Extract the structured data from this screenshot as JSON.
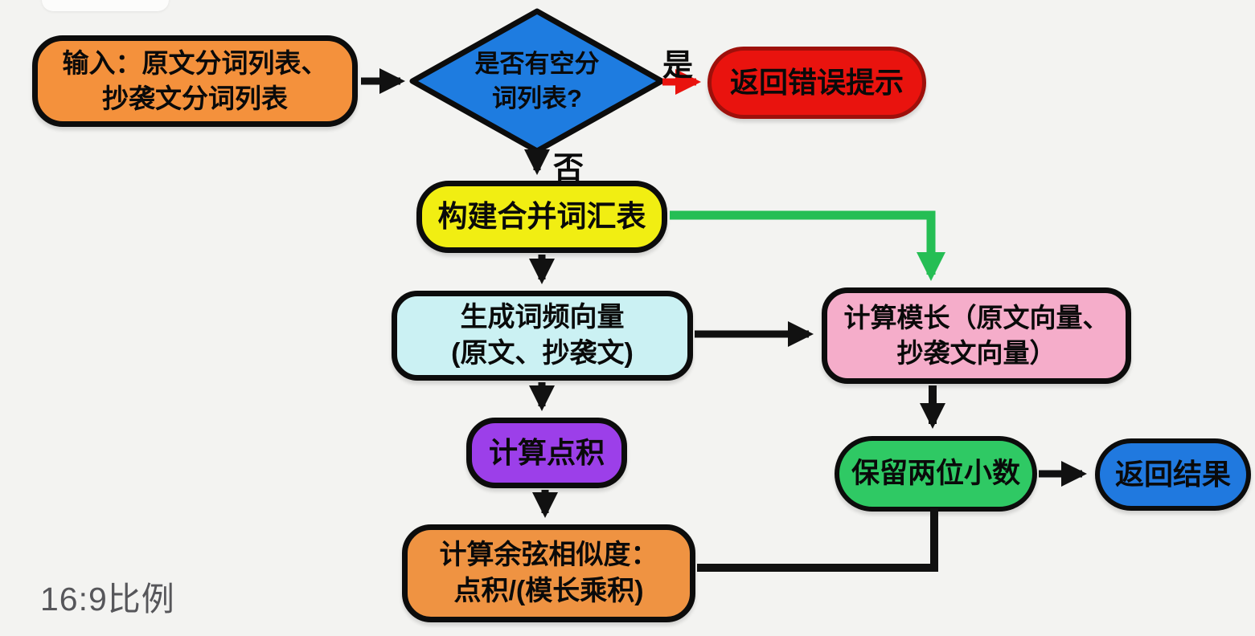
{
  "diagram": {
    "title_hint": "cosine-similarity-flowchart",
    "caption": "16:9比例",
    "nodes": {
      "input": {
        "line1": "输入：原文分词列表、",
        "line2": "抄袭文分词列表",
        "color": "#f4913c"
      },
      "empty_check": {
        "line1": "是否有空分",
        "line2": "词列表?",
        "color": "#1e7ce0"
      },
      "error": {
        "label": "返回错误提示",
        "color": "#e9130e"
      },
      "vocab": {
        "label": "构建合并词汇表",
        "color": "#f1ee12"
      },
      "vector": {
        "line1": "生成词频向量",
        "line2": "(原文、抄袭文)",
        "color": "#cbf1f3"
      },
      "magnitude": {
        "line1": "计算模长（原文向量、",
        "line2": "抄袭文向量）",
        "color": "#f5adca"
      },
      "dot": {
        "label": "计算点积",
        "color": "#9c3fe9"
      },
      "cosine": {
        "line1": "计算余弦相似度：",
        "line2": "点积/(模长乘积)",
        "color": "#ef9342"
      },
      "round": {
        "label": "保留两位小数",
        "color": "#2fc964"
      },
      "result": {
        "label": "返回结果",
        "color": "#2079df"
      }
    },
    "edge_labels": {
      "yes": "是",
      "no": "否"
    },
    "edge_colors": {
      "default": "#111111",
      "yes_branch": "#e9130e",
      "vocab_to_magnitude": "#25be54"
    }
  }
}
